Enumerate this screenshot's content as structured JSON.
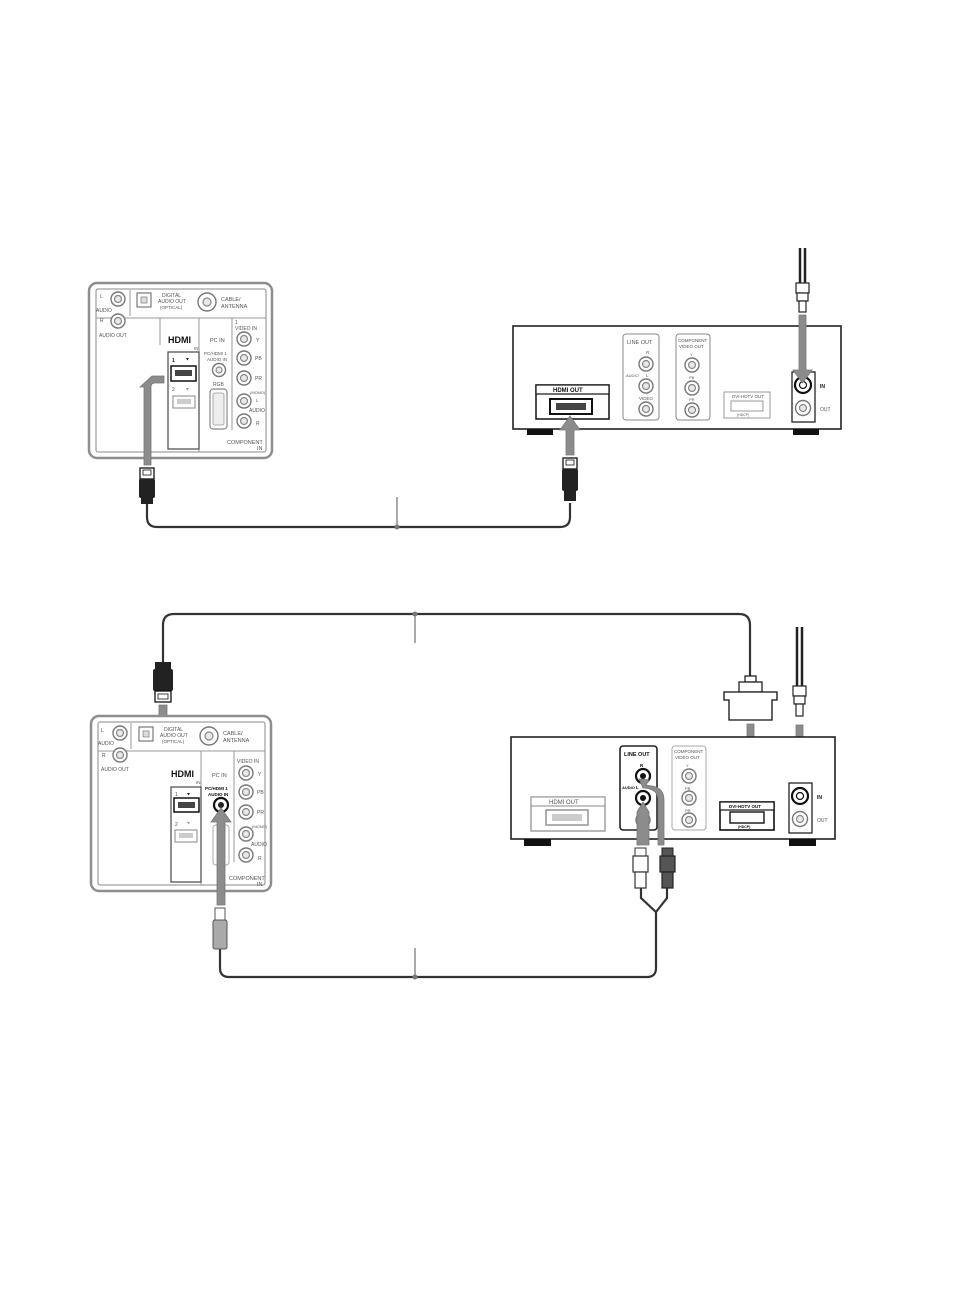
{
  "tv_panel": {
    "audio_out_l": "L",
    "audio_out_audio": "AUDIO",
    "audio_out_r": "R",
    "audio_out_label": "AUDIO OUT",
    "digital_audio_out_line1": "DIGITAL",
    "digital_audio_out_line2": "AUDIO OUT",
    "digital_audio_out_line3": "(OPTICAL)",
    "cable_antenna_line1": "CABLE/",
    "cable_antenna_line2": "ANTENNA",
    "hdmi_logo": "HDMI",
    "hdmi_in": "IN",
    "hdmi_port1": "1",
    "hdmi_port2": "2",
    "pc_in": "PC IN",
    "pc_hdmi_audio_line1": "PC/HDMI 1",
    "pc_hdmi_audio_line2": "AUDIO IN",
    "rgb": "RGB",
    "video_in_line1": "1",
    "video_in_line2": "VIDEO IN",
    "y": "Y",
    "pb": "PB",
    "pr": "PR",
    "mono": "(MONO)",
    "audio_l": "L",
    "audio": "AUDIO",
    "audio_r": "R",
    "component_in_line1": "COMPONENT",
    "component_in_line2": "IN"
  },
  "device_panel": {
    "line_out": "LINE OUT",
    "r": "R",
    "audio": "AUDIO",
    "l": "L",
    "video": "VIDEO",
    "component_video_out_line1": "COMPONENT",
    "component_video_out_line2": "VIDEO OUT",
    "y": "Y",
    "pb": "PB",
    "pr": "PR",
    "hdmi_out": "HDMI OUT",
    "dvi_out": "DVI-HDTV OUT",
    "dvi_sub": "(HDCP)",
    "in": "IN",
    "out": "OUT"
  },
  "colors": {
    "arrow": "#8c8c8c",
    "cable": "#333333",
    "panel_border": "#8e8e8e"
  }
}
